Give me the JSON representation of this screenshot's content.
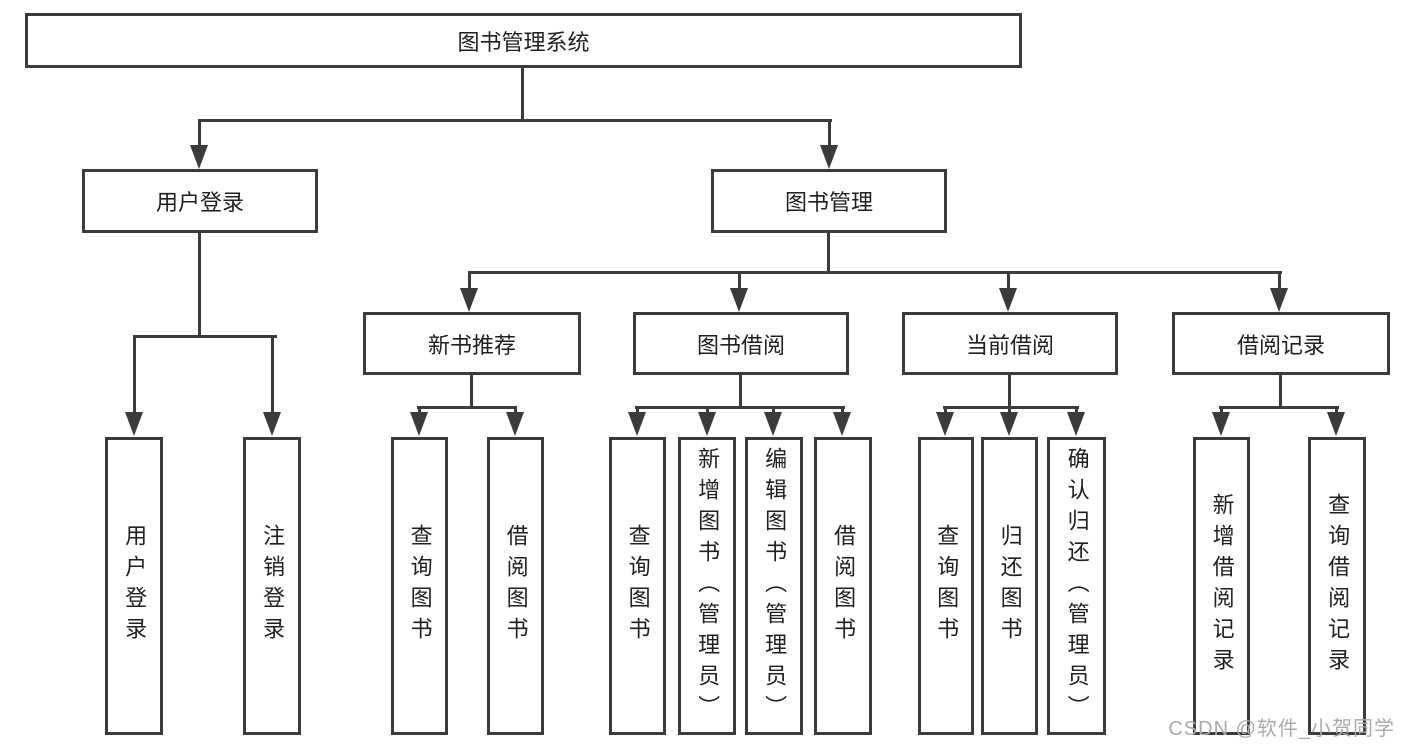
{
  "colors": {
    "line": "#3b3b3b",
    "text": "#1f1f1f",
    "watermark": "#ababab",
    "background": "#ffffff"
  },
  "tree": {
    "root": {
      "label": "图书管理系统"
    },
    "branches": [
      {
        "label": "用户登录",
        "children": [
          {
            "label": "用户登录"
          },
          {
            "label": "注销登录"
          }
        ]
      },
      {
        "label": "图书管理",
        "children": [
          {
            "label": "新书推荐",
            "children": [
              {
                "label": "查询图书"
              },
              {
                "label": "借阅图书"
              }
            ]
          },
          {
            "label": "图书借阅",
            "children": [
              {
                "label": "查询图书"
              },
              {
                "label": "新增图书（管理员）"
              },
              {
                "label": "编辑图书（管理员）"
              },
              {
                "label": "借阅图书"
              }
            ]
          },
          {
            "label": "当前借阅",
            "children": [
              {
                "label": "查询图书"
              },
              {
                "label": "归还图书"
              },
              {
                "label": "确认归还（管理员）"
              }
            ]
          },
          {
            "label": "借阅记录",
            "children": [
              {
                "label": "新增借阅记录"
              },
              {
                "label": "查询借阅记录"
              }
            ]
          }
        ]
      }
    ]
  },
  "watermark": {
    "text": "CSDN @软件_小贺同学"
  }
}
